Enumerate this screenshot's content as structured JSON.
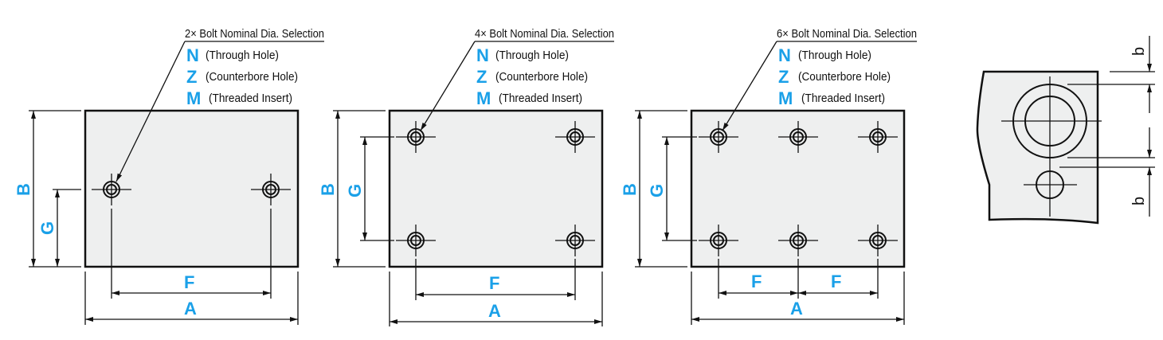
{
  "views": [
    {
      "title": "2× Bolt Nominal Dia. Selection"
    },
    {
      "title": "4× Bolt Nominal Dia. Selection"
    },
    {
      "title": "6× Bolt Nominal Dia. Selection"
    }
  ],
  "options": [
    {
      "code": "N",
      "desc": "(Through Hole)"
    },
    {
      "code": "Z",
      "desc": "(Counterbore Hole)"
    },
    {
      "code": "M",
      "desc": "(Threaded Insert)"
    }
  ],
  "dims": {
    "A": "A",
    "B": "B",
    "F": "F",
    "G": "G",
    "b": "b"
  },
  "colors": {
    "accent": "#1aa0e8",
    "plate": "#eeefef"
  }
}
